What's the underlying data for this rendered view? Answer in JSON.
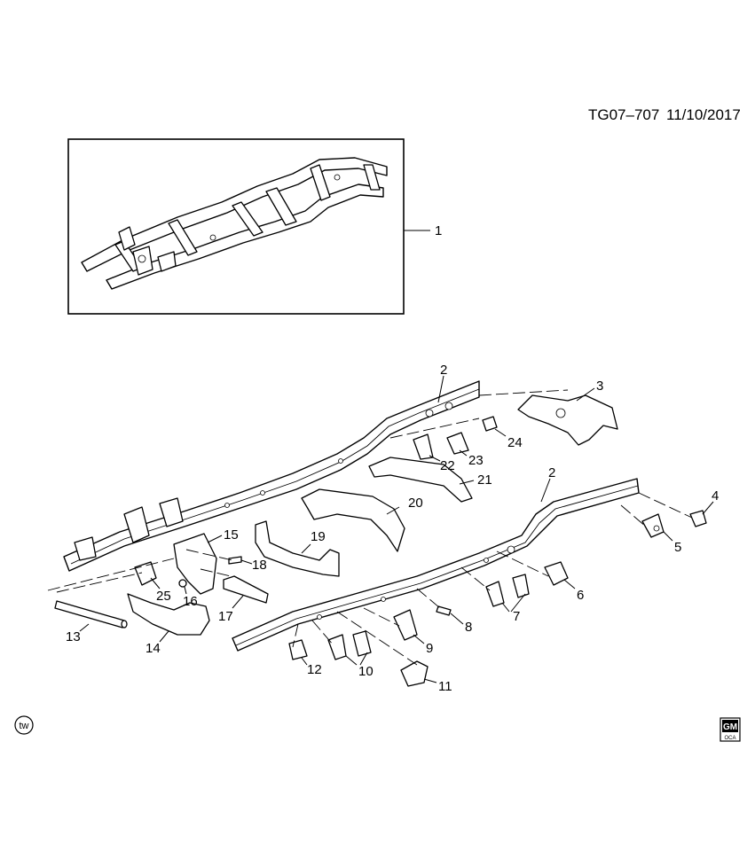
{
  "header": {
    "diagram_id": "TG07–707",
    "date": "11/10/2017"
  },
  "callouts": [
    "1",
    "2",
    "2",
    "3",
    "4",
    "5",
    "6",
    "7",
    "7",
    "8",
    "9",
    "10",
    "10",
    "11",
    "12",
    "13",
    "14",
    "15",
    "16",
    "17",
    "18",
    "19",
    "20",
    "21",
    "22",
    "23",
    "24",
    "25"
  ],
  "marks": {
    "tw_badge": "tw",
    "gm_logo_top": "GM",
    "gm_logo_bottom": "OCA"
  },
  "icons": {
    "tw_badge": "tw-circle-icon",
    "gm_logo": "gm-logo-icon"
  }
}
